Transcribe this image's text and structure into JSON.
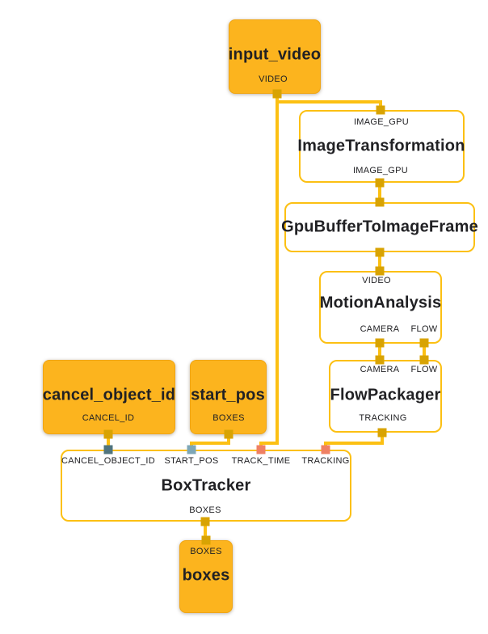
{
  "colors": {
    "background": "#ffffff",
    "edge": "#fcc013",
    "node_fill": "#fcb41e",
    "node_border": "#f0a513",
    "text": "#212124",
    "port": "#d8a303",
    "port_slate": "#50747e",
    "port_steel": "#7ea7b7",
    "port_salmon": "#ef8064"
  },
  "nodes": [
    {
      "id": "input_video",
      "title": "input_video",
      "kind": "stream",
      "inputs": [],
      "outputs": [
        {
          "label": "VIDEO",
          "color": "port"
        }
      ]
    },
    {
      "id": "ImageTransformation",
      "title": "ImageTransformation",
      "kind": "calc",
      "inputs": [
        {
          "label": "IMAGE_GPU",
          "color": "port"
        }
      ],
      "outputs": [
        {
          "label": "IMAGE_GPU",
          "color": "port"
        }
      ]
    },
    {
      "id": "GpuBufferToImageFrame",
      "title": "GpuBufferToImageFrame",
      "kind": "calc",
      "inputs": [
        {
          "label": "",
          "color": "port"
        }
      ],
      "outputs": [
        {
          "label": "",
          "color": "port"
        }
      ]
    },
    {
      "id": "MotionAnalysis",
      "title": "MotionAnalysis",
      "kind": "calc",
      "inputs": [
        {
          "label": "VIDEO",
          "color": "port"
        }
      ],
      "outputs": [
        {
          "label": "CAMERA",
          "color": "port"
        },
        {
          "label": "FLOW",
          "color": "port"
        }
      ]
    },
    {
      "id": "FlowPackager",
      "title": "FlowPackager",
      "kind": "calc",
      "inputs": [
        {
          "label": "CAMERA",
          "color": "port"
        },
        {
          "label": "FLOW",
          "color": "port"
        }
      ],
      "outputs": [
        {
          "label": "TRACKING",
          "color": "port"
        }
      ]
    },
    {
      "id": "cancel_object_id",
      "title": "cancel_object_id",
      "kind": "stream",
      "inputs": [],
      "outputs": [
        {
          "label": "CANCEL_ID",
          "color": "port"
        }
      ]
    },
    {
      "id": "start_pos",
      "title": "start_pos",
      "kind": "stream",
      "inputs": [],
      "outputs": [
        {
          "label": "BOXES",
          "color": "port"
        }
      ]
    },
    {
      "id": "BoxTracker",
      "title": "BoxTracker",
      "kind": "calc",
      "inputs": [
        {
          "label": "CANCEL_OBJECT_ID",
          "color": "port_slate"
        },
        {
          "label": "START_POS",
          "color": "port_steel"
        },
        {
          "label": "TRACK_TIME",
          "color": "port_salmon"
        },
        {
          "label": "TRACKING",
          "color": "port_salmon"
        }
      ],
      "outputs": [
        {
          "label": "BOXES",
          "color": "port"
        }
      ]
    },
    {
      "id": "boxes",
      "title": "boxes",
      "kind": "stream",
      "inputs": [
        {
          "label": "BOXES",
          "color": "port"
        }
      ],
      "outputs": []
    }
  ],
  "edges": [
    {
      "from": "input_video.VIDEO",
      "to": "ImageTransformation.IMAGE_GPU"
    },
    {
      "from": "input_video.VIDEO",
      "to": "BoxTracker.TRACK_TIME"
    },
    {
      "from": "ImageTransformation.IMAGE_GPU",
      "to": "GpuBufferToImageFrame.in"
    },
    {
      "from": "GpuBufferToImageFrame.out",
      "to": "MotionAnalysis.VIDEO"
    },
    {
      "from": "MotionAnalysis.CAMERA",
      "to": "FlowPackager.CAMERA"
    },
    {
      "from": "MotionAnalysis.FLOW",
      "to": "FlowPackager.FLOW"
    },
    {
      "from": "FlowPackager.TRACKING",
      "to": "BoxTracker.TRACKING"
    },
    {
      "from": "cancel_object_id.CANCEL_ID",
      "to": "BoxTracker.CANCEL_OBJECT_ID"
    },
    {
      "from": "start_pos.BOXES",
      "to": "BoxTracker.START_POS"
    },
    {
      "from": "BoxTracker.BOXES",
      "to": "boxes.BOXES"
    }
  ]
}
